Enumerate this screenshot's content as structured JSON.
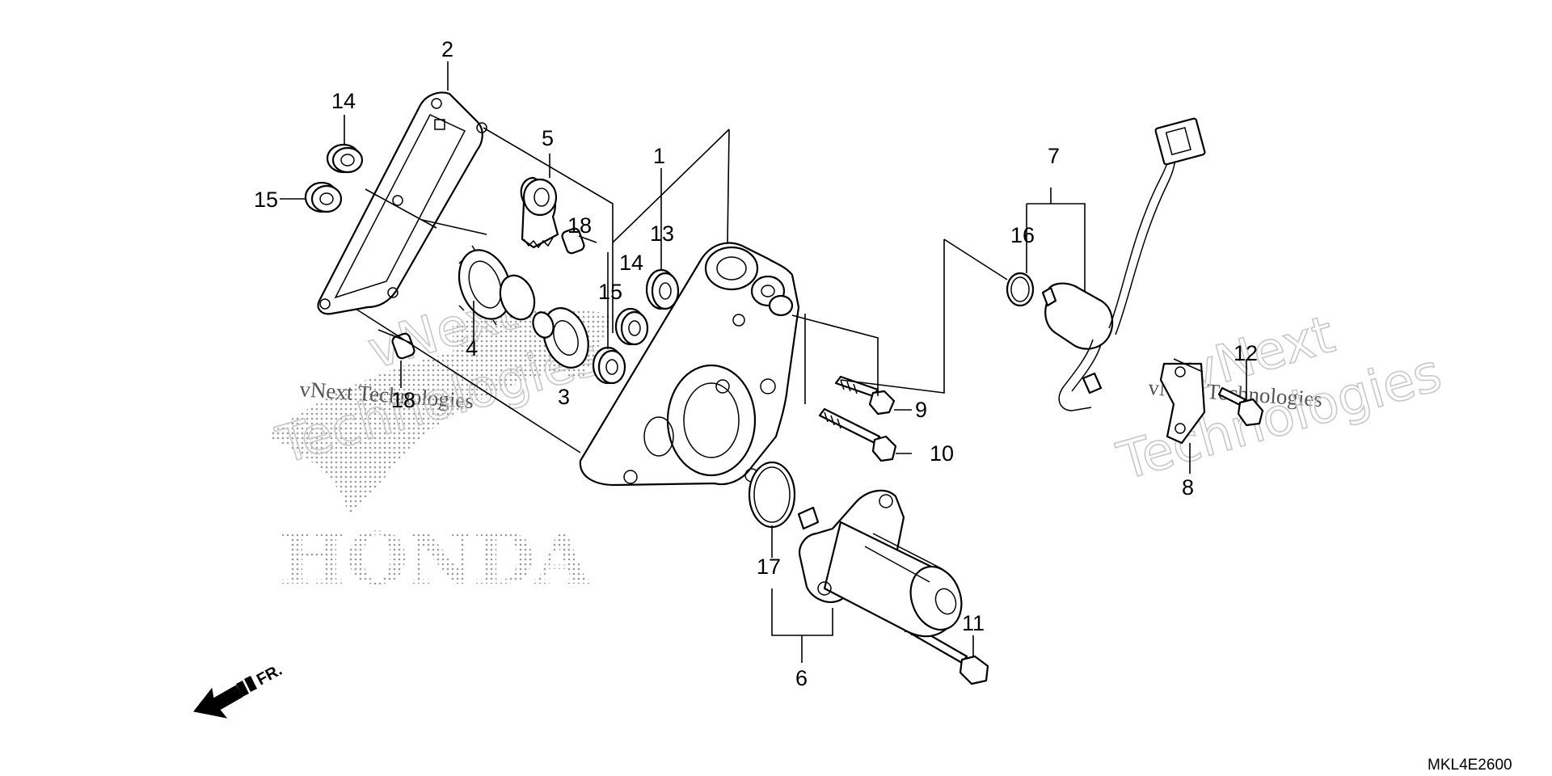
{
  "diagram": {
    "diagram_code": "MKL4E2600",
    "front_indicator": "FR.",
    "brand_mark": "HONDA",
    "watermark": {
      "small_text": "vNext Technologies",
      "large_line1": "vNext",
      "large_line2": "Technologies"
    },
    "callouts": [
      {
        "key": "c2",
        "label": "2"
      },
      {
        "key": "c14a",
        "label": "14"
      },
      {
        "key": "c15a",
        "label": "15"
      },
      {
        "key": "c5",
        "label": "5"
      },
      {
        "key": "c18a",
        "label": "18"
      },
      {
        "key": "c1",
        "label": "1"
      },
      {
        "key": "c13",
        "label": "13"
      },
      {
        "key": "c14b",
        "label": "14"
      },
      {
        "key": "c15b",
        "label": "15"
      },
      {
        "key": "c4",
        "label": "4"
      },
      {
        "key": "c3",
        "label": "3"
      },
      {
        "key": "c18b",
        "label": "18"
      },
      {
        "key": "c7",
        "label": "7"
      },
      {
        "key": "c16",
        "label": "16"
      },
      {
        "key": "c9",
        "label": "9"
      },
      {
        "key": "c10",
        "label": "10"
      },
      {
        "key": "c12",
        "label": "12"
      },
      {
        "key": "c8",
        "label": "8"
      },
      {
        "key": "c17",
        "label": "17"
      },
      {
        "key": "c6",
        "label": "6"
      },
      {
        "key": "c11",
        "label": "11"
      }
    ]
  }
}
